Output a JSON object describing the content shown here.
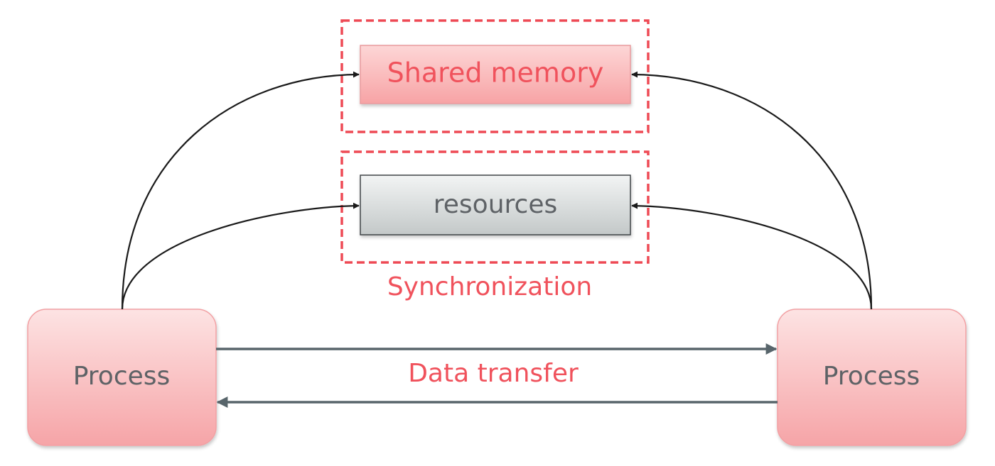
{
  "nodes": {
    "shared_memory": {
      "label": "Shared memory"
    },
    "resources": {
      "label": "resources"
    },
    "process_left": {
      "label": "Process"
    },
    "process_right": {
      "label": "Process"
    }
  },
  "labels": {
    "synchronization": "Synchronization",
    "data_transfer": "Data transfer"
  },
  "colors": {
    "accent_red": "#f0525c",
    "dashed_red": "#ee4a55",
    "node_pink_top": "#fde2e2",
    "node_pink_bottom": "#f6a8aa",
    "resources_gray_top": "#f1f3f3",
    "resources_gray_bottom": "#c6caca",
    "arrow_dark": "#1a1a1a",
    "arrow_slate": "#58656b",
    "text_gray": "#5e6266"
  }
}
